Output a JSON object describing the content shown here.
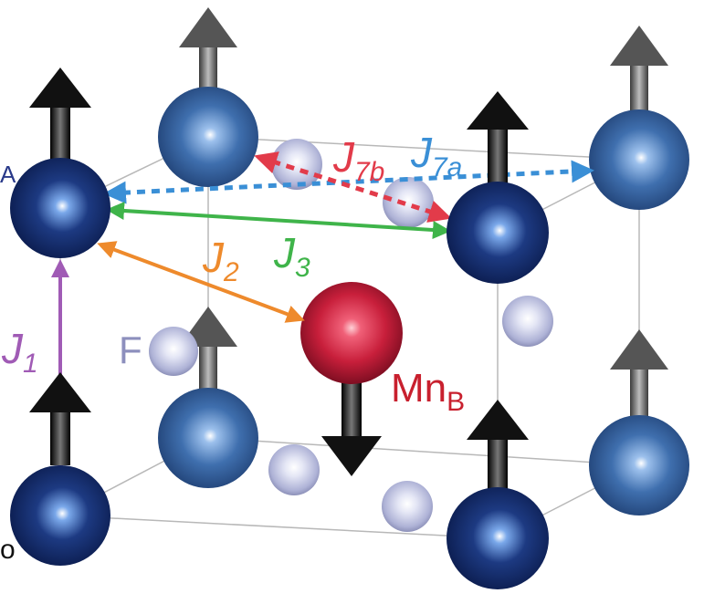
{
  "labels": {
    "j1": {
      "main": "J",
      "sub": "1"
    },
    "j2": {
      "main": "J",
      "sub": "2"
    },
    "j3": {
      "main": "J",
      "sub": "3"
    },
    "j7a": {
      "main": "J",
      "sub": "7a"
    },
    "j7b": {
      "main": "J",
      "sub": "7b"
    },
    "f": "F",
    "mnb": {
      "main": "Mn",
      "sub": "B"
    },
    "edge_left": "A",
    "edge_bottom": "o"
  },
  "colors": {
    "j1": "#a05bb5",
    "j2": "#ee8a2c",
    "j3": "#3fb44a",
    "j7a": "#3a8fd6",
    "j7b": "#e23b4a",
    "f_label": "#8d8fbd",
    "mnb_label": "#c8202e",
    "mn_a_dark": "#1d3a82",
    "mn_a_light": "#3f6fae",
    "mn_b": "#c81f3b",
    "fluorine": "#c9cce6",
    "spin_front": "#0d0d0d",
    "spin_back": "#555555"
  },
  "legend": {
    "spin_direction_up": "up",
    "mnb_spin": "down"
  }
}
